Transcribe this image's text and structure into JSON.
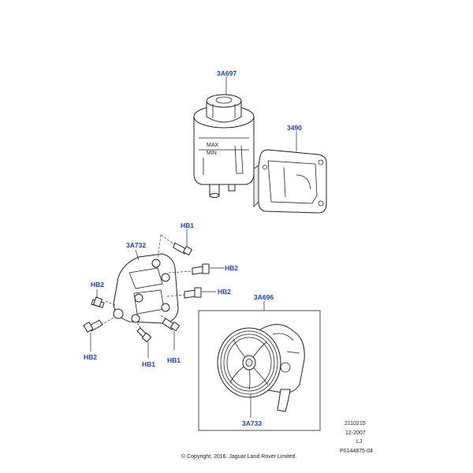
{
  "callouts": {
    "reservoir": "3A697",
    "bracket_reservoir": "3490",
    "bolt_top": "HB1",
    "mount_bracket": "3A732",
    "bolt_right_upper": "HB2",
    "bolt_right_lower": "HB2",
    "bolt_left_upper": "HB2",
    "bolt_left_lower": "HB2",
    "bolt_bottom_mid": "HB1",
    "bolt_bottom_right": "HB1",
    "pump_assembly": "3A696",
    "pulley": "3A733"
  },
  "meta": {
    "code": "2110215",
    "date": "12-2007",
    "initials": "LJ",
    "illustration_id": "P0144875-04"
  },
  "reservoir_marks": {
    "max": "MAX",
    "min": "MIN"
  },
  "copyright": "© Copyright, 2016. Jaguar Land Rover Limited.",
  "colors": {
    "callout": "#1f3fbf",
    "line": "#222222"
  }
}
